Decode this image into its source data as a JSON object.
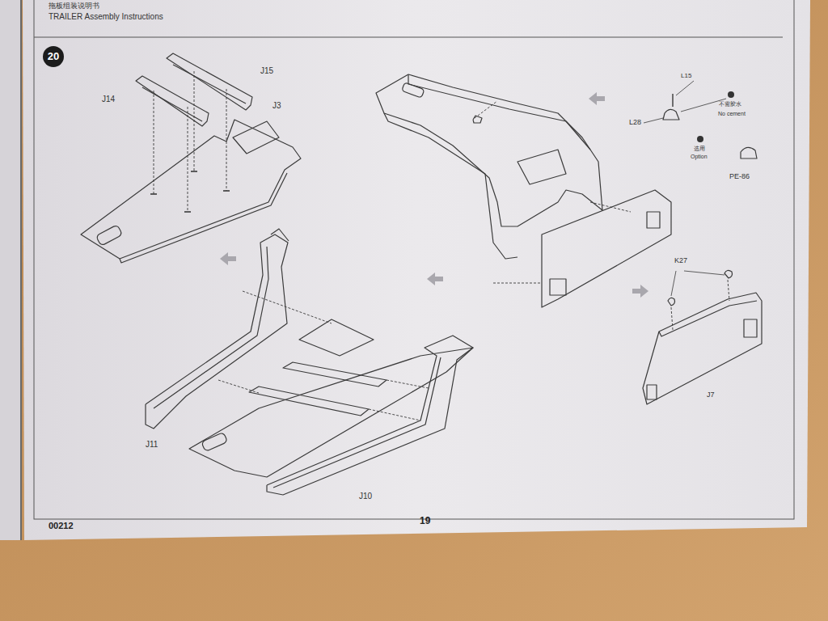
{
  "diagram": {
    "labels": [
      "拖板组装说明书",
      "TRAILER Assembly Instructions",
      "20",
      "J15",
      "J14",
      "J3",
      "L15",
      "L28",
      "不需胶水",
      "No cement",
      "选用",
      "Option",
      "PE-86",
      "K27",
      "J7",
      "J11",
      "J10",
      "00212",
      "19"
    ]
  }
}
